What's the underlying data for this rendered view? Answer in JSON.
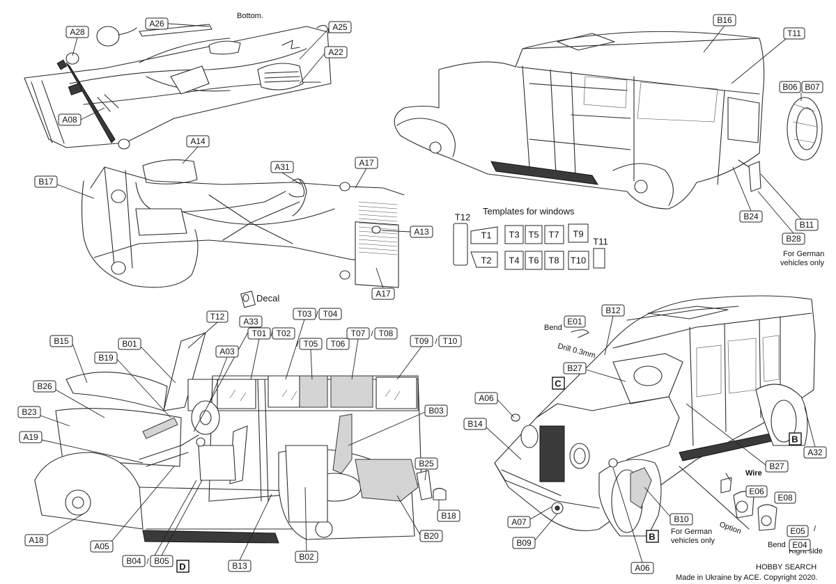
{
  "notes": {
    "bottom": "Bottom.",
    "decal": "Decal",
    "templates_title": "Templates for windows",
    "drill": "Drill 0.3mm",
    "bend": "Bend",
    "wire": "Wire",
    "option": "Option",
    "for_german_right": "For German",
    "vehicles_only_right": "vehicles only",
    "for_german_bottom": "For German",
    "vehicles_only_bottom": "vehicles only",
    "bend2": "Bend",
    "right_side": "Right side",
    "slash_e05": "/",
    "copyright": "Made in Ukraine by ACE. Copyright 2020.",
    "watermark": "HOBBY SEARCH"
  },
  "markers": {
    "b1": "B",
    "b2": "B",
    "c": "C",
    "d": "D"
  },
  "templates": {
    "t12": "T12",
    "t1": "T1",
    "t3": "T3",
    "t5": "T5",
    "t7": "T7",
    "t9": "T9",
    "t2": "T2",
    "t4": "T4",
    "t6": "T6",
    "t8": "T8",
    "t10": "T10",
    "t11": "T11"
  },
  "labels": {
    "a28": "A28",
    "a26": "A26",
    "a25": "A25",
    "a22": "A22",
    "a08": "A08",
    "b16": "B16",
    "t11": "T11",
    "b06": "B06",
    "b07": "B07",
    "a14": "A14",
    "a31": "A31",
    "a17top": "A17",
    "b17": "B17",
    "a13": "A13",
    "a17bot": "A17",
    "b24": "B24",
    "b11": "B11",
    "b28": "B28",
    "t12": "T12",
    "a33": "A33",
    "t03": "T03",
    "t04": "T04",
    "b15": "B15",
    "b01": "B01",
    "t01": "T01",
    "t02": "T02",
    "a03": "A03",
    "t05": "T05",
    "t06": "T06",
    "t07": "T07",
    "t08": "T08",
    "t09": "T09",
    "t10": "T10",
    "b19": "B19",
    "b26": "B26",
    "b23": "B23",
    "a19": "A19",
    "b03": "B03",
    "b25": "B25",
    "b18": "B18",
    "b20": "B20",
    "a18": "A18",
    "a05": "A05",
    "b04": "B04",
    "b05": "B05",
    "b13": "B13",
    "b02": "B02",
    "e01": "E01",
    "b12": "B12",
    "b27top": "B27",
    "a06top": "A06",
    "b14": "B14",
    "a32": "A32",
    "b27bot": "B27",
    "e06": "E06",
    "e08": "E08",
    "a07": "A07",
    "b10": "B10",
    "b09": "B09",
    "a06bot": "A06",
    "e05": "E05",
    "e04": "E04"
  }
}
